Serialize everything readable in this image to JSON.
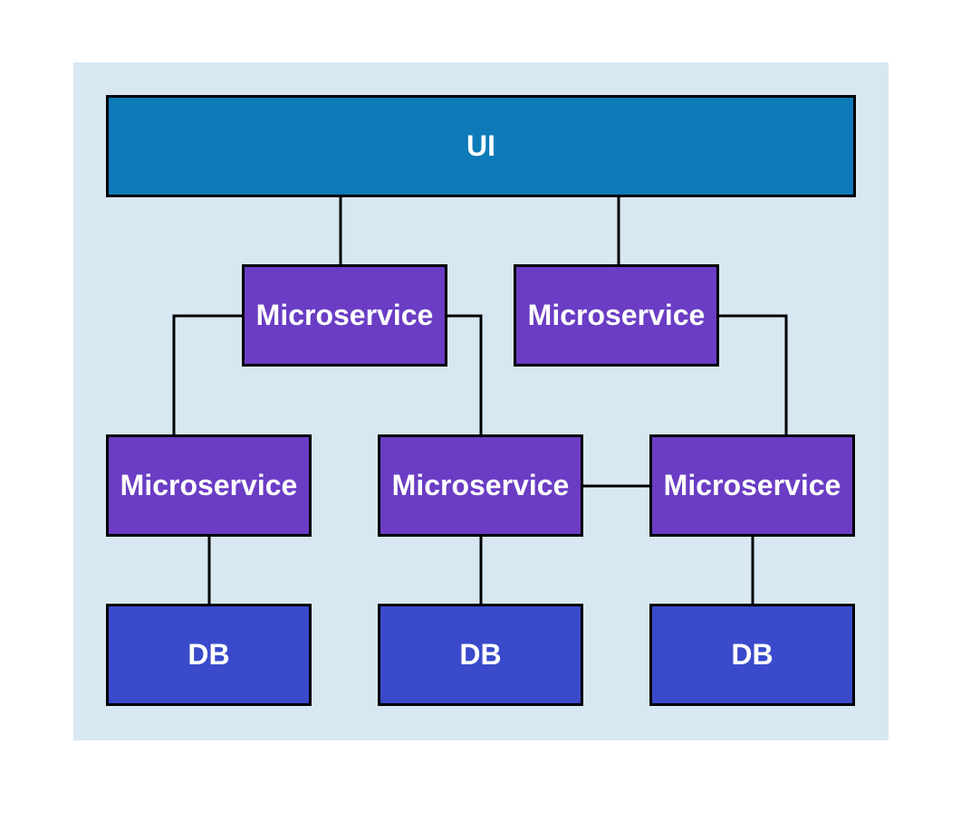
{
  "colors": {
    "background_panel": "#d8e8f3",
    "ui_box": "#0e7ab8",
    "microservice_box": "#6a3dc4",
    "db_box": "#3a4acb",
    "border": "#000000",
    "text": "#ffffff"
  },
  "nodes": {
    "ui": {
      "label": "UI"
    },
    "ms_top_left": {
      "label": "Microservice"
    },
    "ms_top_right": {
      "label": "Microservice"
    },
    "ms_bottom_left": {
      "label": "Microservice"
    },
    "ms_bottom_center": {
      "label": "Microservice"
    },
    "ms_bottom_right": {
      "label": "Microservice"
    },
    "db_left": {
      "label": "DB"
    },
    "db_center": {
      "label": "DB"
    },
    "db_right": {
      "label": "DB"
    }
  },
  "edges": [
    {
      "from": "ui",
      "to": "ms_top_left"
    },
    {
      "from": "ui",
      "to": "ms_top_right"
    },
    {
      "from": "ms_top_left",
      "to": "ms_bottom_left"
    },
    {
      "from": "ms_top_left",
      "to": "ms_bottom_center"
    },
    {
      "from": "ms_top_right",
      "to": "ms_bottom_right"
    },
    {
      "from": "ms_bottom_center",
      "to": "ms_bottom_right"
    },
    {
      "from": "ms_bottom_left",
      "to": "db_left"
    },
    {
      "from": "ms_bottom_center",
      "to": "db_center"
    },
    {
      "from": "ms_bottom_right",
      "to": "db_right"
    }
  ]
}
